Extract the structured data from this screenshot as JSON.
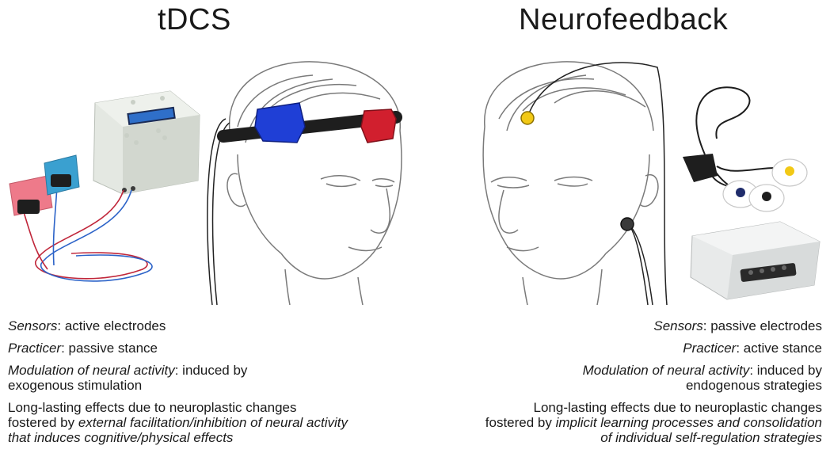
{
  "left": {
    "title": "tDCS",
    "items": [
      {
        "label": "Sensors",
        "text": ": active electrodes"
      },
      {
        "label": "Practicer",
        "text": ": passive stance"
      },
      {
        "label": "Modulation of neural activity",
        "text": ": induced by",
        "line2": "exogenous stimulation"
      },
      {
        "line1": "Long-lasting effects due to neuroplastic changes",
        "line2_plain": "fostered by ",
        "line2_em": "external facilitation/inhibition of neural activity",
        "line3_em": "that induces cognitive/physical effects"
      }
    ]
  },
  "right": {
    "title": "Neurofeedback",
    "items": [
      {
        "label": "Sensors",
        "text": ": passive electrodes"
      },
      {
        "label": "Practicer",
        "text": ": active stance"
      },
      {
        "label": "Modulation of neural activity",
        "text": ": induced by",
        "line2": "endogenous strategies"
      },
      {
        "line1": "Long-lasting effects due to neuroplastic changes",
        "line2_plain": "fostered by ",
        "line2_em": "implicit learning processes and consolidation",
        "line3_em": "of individual self-regulation strategies"
      }
    ]
  },
  "colors": {
    "anode_blue": "#1f3fd6",
    "cathode_red": "#d11f2e",
    "pad_pink": "#ee7a8a",
    "pad_cyan": "#3aa0d0",
    "eeg_yellow": "#f2c916",
    "strap": "#1e1e1e"
  }
}
